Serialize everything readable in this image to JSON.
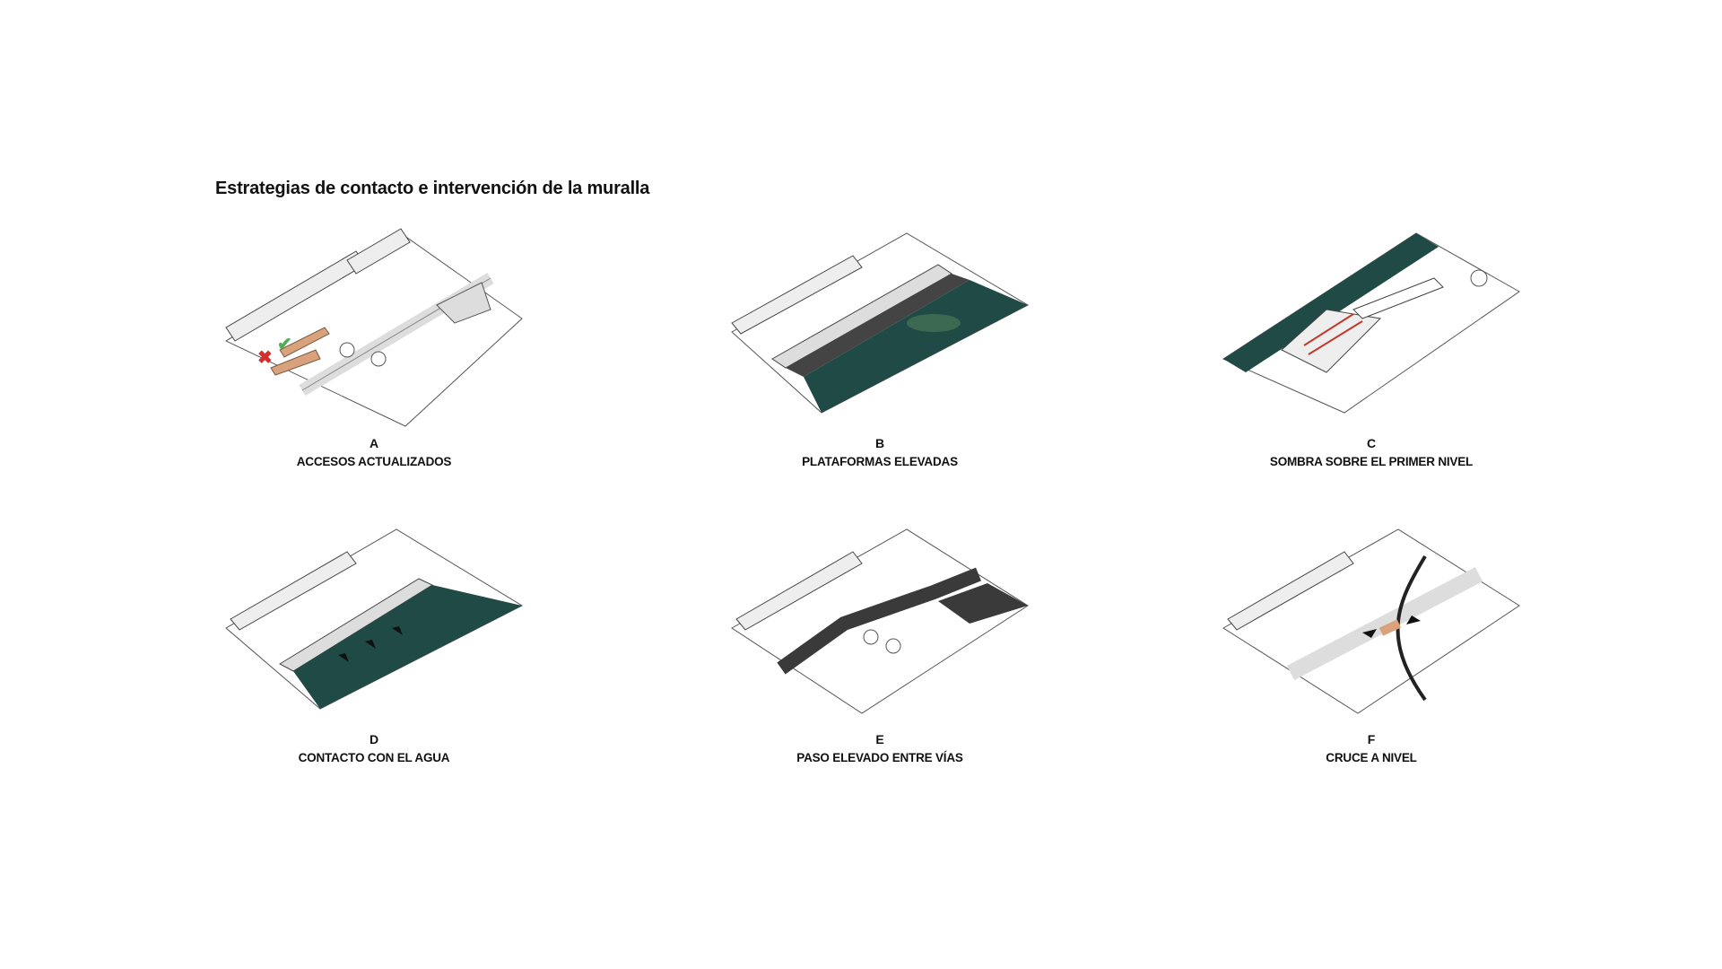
{
  "title": "Estrategias de contacto e intervención de la muralla",
  "panels": [
    {
      "letter": "A",
      "caption": "ACCESOS ACTUALIZADOS"
    },
    {
      "letter": "B",
      "caption": "PLATAFORMAS ELEVADAS"
    },
    {
      "letter": "C",
      "caption": "SOMBRA SOBRE EL PRIMER NIVEL"
    },
    {
      "letter": "D",
      "caption": "CONTACTO CON EL AGUA"
    },
    {
      "letter": "E",
      "caption": "PASO ELEVADO ENTRE VÍAS"
    },
    {
      "letter": "F",
      "caption": "CRUCE A NIVEL"
    }
  ],
  "colors": {
    "water": "#1f4a45",
    "wood": "#d9a27c",
    "dark_path": "#3a3a3a",
    "check": "#4caf50",
    "cross": "#d32f2f",
    "red_line": "#c0392b"
  }
}
